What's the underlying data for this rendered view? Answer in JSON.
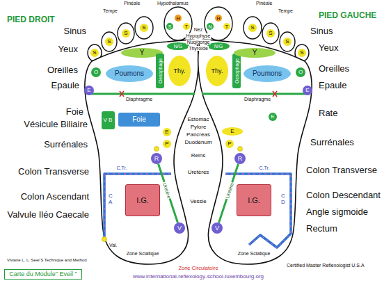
{
  "diagram": {
    "nodes": [
      {
        "text": [
          "S"
        ]
      },
      {
        "text": [
          "S"
        ]
      },
      {
        "text": [
          "S"
        ]
      },
      {
        "text": [
          "S"
        ]
      },
      {
        "text": [
          "S"
        ]
      },
      {
        "text": [
          "H"
        ]
      },
      {
        "text": [
          "T"
        ]
      },
      {
        "text": [
          "N/G"
        ]
      },
      {
        "text": [
          "Y"
        ]
      },
      {
        "text": [
          "O"
        ]
      },
      {
        "text": [
          "E"
        ]
      },
      {
        "text": [
          "Poumons"
        ]
      },
      {
        "text": [
          "Oesophage"
        ]
      },
      {
        "text": [
          "Thy."
        ]
      },
      {
        "text": [
          "V B"
        ]
      },
      {
        "text": [
          "Foie"
        ]
      },
      {
        "text": [
          "E"
        ]
      },
      {
        "text": [
          "P"
        ]
      },
      {
        "text": [
          "R"
        ]
      },
      {
        "text": [
          "I.G."
        ]
      },
      {
        "text": [
          "V"
        ]
      },
      {
        "text": [
          "N"
        ]
      },
      {
        "text": [
          "H"
        ]
      },
      {
        "text": [
          "T"
        ]
      },
      {
        "text": [
          "S"
        ]
      },
      {
        "text": [
          "S"
        ]
      },
      {
        "text": [
          "S"
        ]
      },
      {
        "text": [
          "S"
        ]
      },
      {
        "text": [
          "N/G"
        ]
      },
      {
        "text": [
          "Thy."
        ]
      },
      {
        "text": [
          "Oesophage"
        ]
      },
      {
        "text": [
          "Y"
        ]
      },
      {
        "text": [
          "Poumons"
        ]
      },
      {
        "text": [
          "O"
        ]
      },
      {
        "text": [
          "E"
        ]
      },
      {
        "text": [
          "E"
        ]
      },
      {
        "text": [
          "E"
        ]
      },
      {
        "text": [
          "P"
        ]
      },
      {
        "text": [
          "R"
        ]
      },
      {
        "text": [
          "I.G."
        ]
      },
      {
        "text": [
          "V"
        ]
      },
      {
        "text": [
          "Carte du Module\" Eveil \""
        ]
      }
    ],
    "edges": [
      {
        "from": 18,
        "to": 20,
        "label": "Uretère",
        "arrow": "none"
      },
      {
        "from": 38,
        "to": 40,
        "label": "Uretère",
        "arrow": "none"
      }
    ],
    "labels": [
      "PIED DROIT",
      "PIED GAUCHE",
      "Pinéale",
      "Tempe",
      "Hypothalamus",
      "Pinéale",
      "Tempe",
      "Nez",
      "Hypophyse",
      "Nuq/gorge",
      "Thyroïde",
      "Sinus",
      "Yeux",
      "Oreilles",
      "Epaule",
      "Foie",
      "Vésicule Biliaire",
      "Surrénales",
      "Colon Transverse",
      "Colon Ascendant",
      "Valvule Iléo Caecale",
      "Sinus",
      "Yeux",
      "Oreilles",
      "Epaule",
      "Rate",
      "Surrénales",
      "Colon Transverse",
      "Colon Descendant",
      "Angle sigmoide",
      "Rectum",
      "Diaphragme",
      "Diaphragme",
      "Estomac",
      "Pylore",
      "Pancréas",
      "Duodénum",
      "Reins",
      "Uretères",
      "Vessie",
      "C.Tr.",
      "C.Tr.",
      "C A",
      "C D",
      "Val.",
      "Zone Sciatique",
      "Zone Sciatique",
      "Zone Circulatoire",
      "www.international-reflexology-school-luxembourg.org",
      "Viviane L. L. Seel S Technique and Method",
      "Certified Master Reflexologist U.S.A"
    ]
  }
}
